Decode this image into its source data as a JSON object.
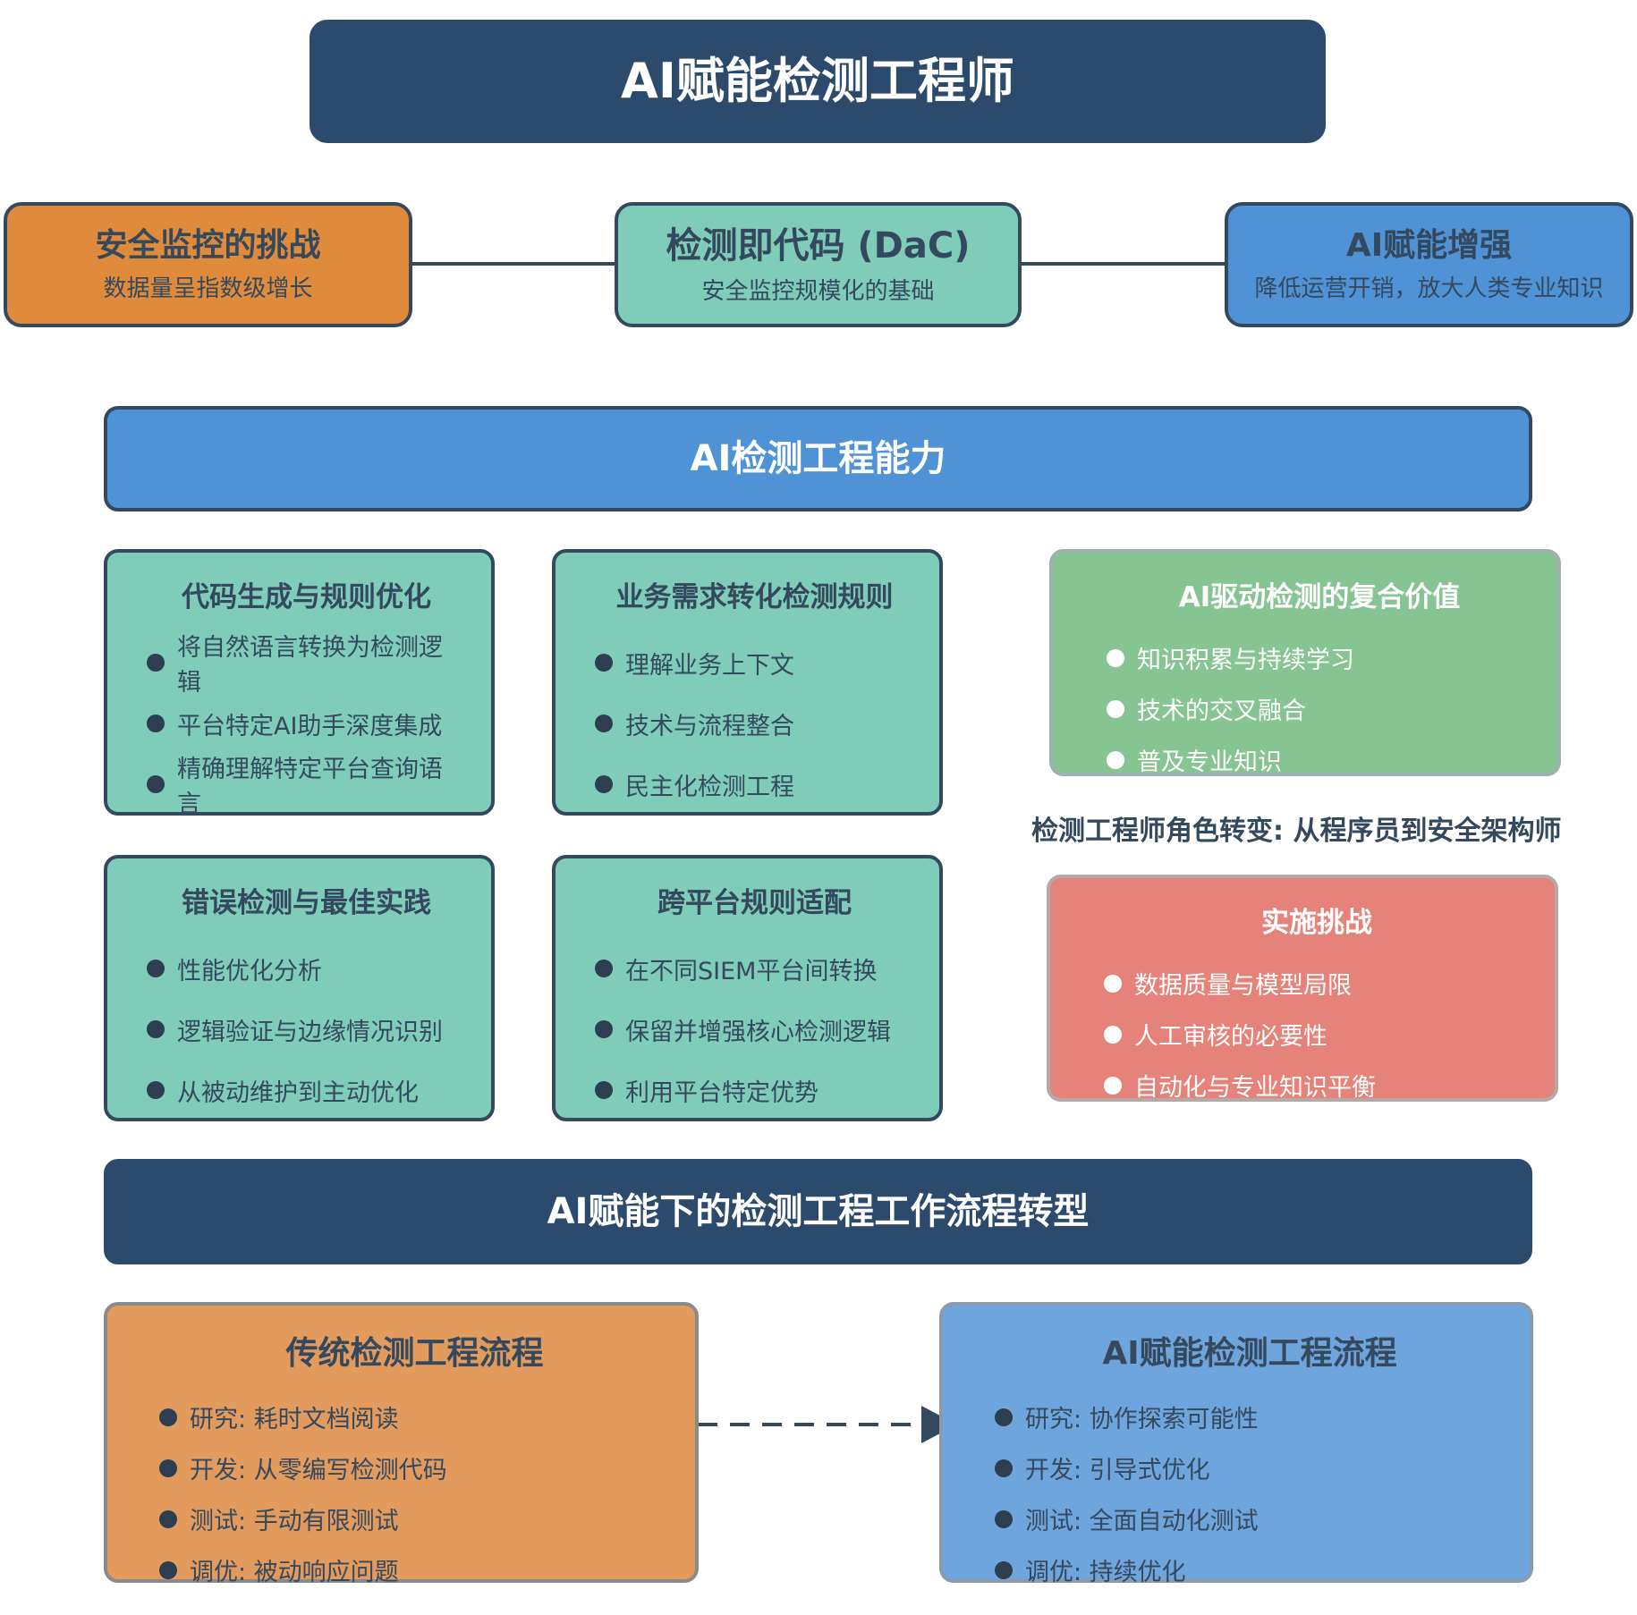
{
  "title": "AI赋能检测工程师",
  "top_row": [
    {
      "title": "安全监控的挑战",
      "subtitle": "数据量呈指数级增长",
      "color": "#e67e22"
    },
    {
      "title": "检测即代码 (DaC)",
      "subtitle": "安全监控规模化的基础",
      "color": "#76c7b0"
    },
    {
      "title": "AI赋能增强",
      "subtitle": "降低运营开销，放大人类专业知识",
      "color": "#4a90d9"
    }
  ],
  "section_capabilities": "AI检测工程能力",
  "capability_cards": [
    {
      "title": "代码生成与规则优化",
      "items": [
        "将自然语言转换为检测逻辑",
        "平台特定AI助手深度集成",
        "精确理解特定平台查询语言"
      ]
    },
    {
      "title": "业务需求转化检测规则",
      "items": [
        "理解业务上下文",
        "技术与流程整合",
        "民主化检测工程"
      ]
    },
    {
      "title": "错误检测与最佳实践",
      "items": [
        "性能优化分析",
        "逻辑验证与边缘情况识别",
        "从被动维护到主动优化"
      ]
    },
    {
      "title": "跨平台规则适配",
      "items": [
        "在不同SIEM平台间转换",
        "保留并增强核心检测逻辑",
        "利用平台特定优势"
      ]
    }
  ],
  "value_card": {
    "title": "AI驱动检测的复合价值",
    "items": [
      "知识积累与持续学习",
      "技术的交叉融合",
      "普及专业知识"
    ],
    "color": "#7fc08c"
  },
  "role_caption": "检测工程师角色转变: 从程序员到安全架构师",
  "challenge_card": {
    "title": "实施挑战",
    "items": [
      "数据质量与模型局限",
      "人工审核的必要性",
      "自动化与专业知识平衡"
    ],
    "color": "#e5837a"
  },
  "section_workflow": "AI赋能下的检测工程工作流程转型",
  "traditional_flow": {
    "title": "传统检测工程流程",
    "items": [
      "研究: 耗时文档阅读",
      "开发: 从零编写检测代码",
      "测试: 手动有限测试",
      "调优: 被动响应问题"
    ],
    "color": "#e29a5d"
  },
  "ai_flow": {
    "title": "AI赋能检测工程流程",
    "items": [
      "研究: 协作探索可能性",
      "开发: 引导式优化",
      "测试: 全面自动化测试",
      "调优: 持续优化"
    ],
    "color": "#6fa5dd"
  },
  "colors": {
    "dark": "#2c4a6b",
    "border": "#34495e",
    "teal": "#7fcdb8",
    "mid_blue": "#4f93d6"
  }
}
